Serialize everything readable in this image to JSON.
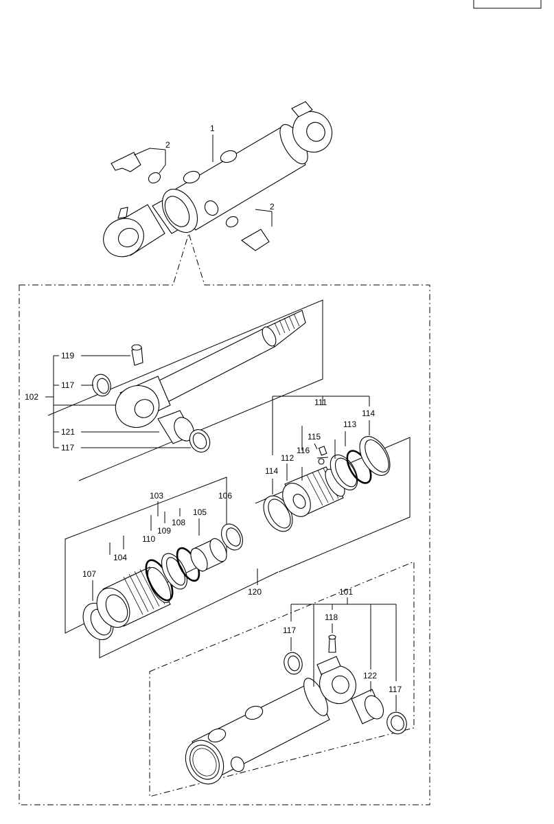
{
  "labels": {
    "l1": "1",
    "l2a": "2",
    "l2b": "2",
    "l119": "119",
    "l117a": "117",
    "l102": "102",
    "l121": "121",
    "l117b": "117",
    "l111": "111",
    "l115": "115",
    "l116": "116",
    "l113": "113",
    "l114a": "114",
    "l112": "112",
    "l114b": "114",
    "l103": "103",
    "l106": "106",
    "l105": "105",
    "l108": "108",
    "l109": "109",
    "l110": "110",
    "l104": "104",
    "l107": "107",
    "l120": "120",
    "l101": "101",
    "l118": "118",
    "l117c": "117",
    "l122": "122",
    "l117d": "117"
  }
}
